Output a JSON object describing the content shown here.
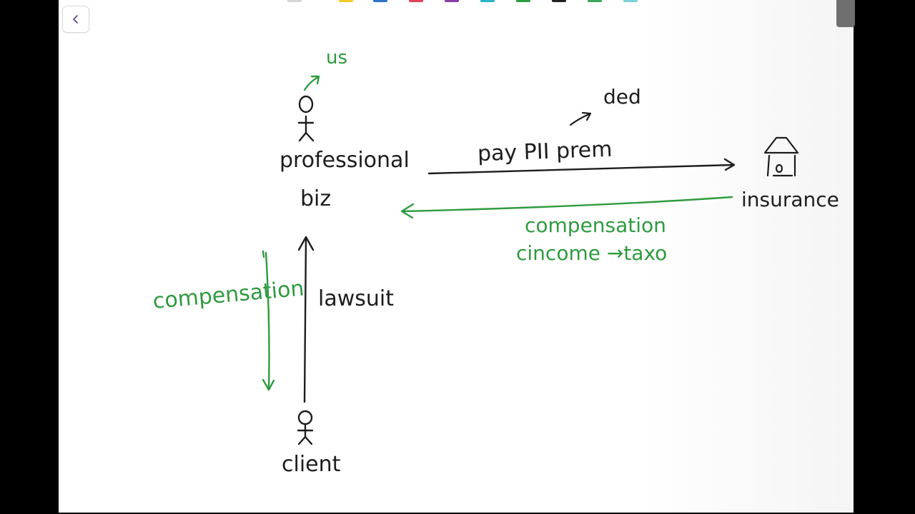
{
  "toolbar": {
    "back_icon": "chevron-left-icon",
    "swatch_colors": [
      "#d6d6d6",
      "#f2cc2b",
      "#2f73c9",
      "#e0405a",
      "#8a3fa8",
      "#2bb3c7",
      "#2e9b3f",
      "#222222",
      "#3aa85a",
      "#7fd0d8"
    ]
  },
  "colors": {
    "ink_black": "#1d1d1d",
    "ink_green": "#2e9b3f",
    "paper": "#ffffff"
  },
  "notes": {
    "us": "us",
    "ded": "ded",
    "professional": "professional",
    "biz": "biz",
    "pay_pii_prem": "pay PII prem",
    "insurance": "insurance",
    "compensation_right": "compensation",
    "income_taxed": "cincome →taxo",
    "compensation_left": "compensation",
    "lawsuit": "lawsuit",
    "client": "client"
  }
}
